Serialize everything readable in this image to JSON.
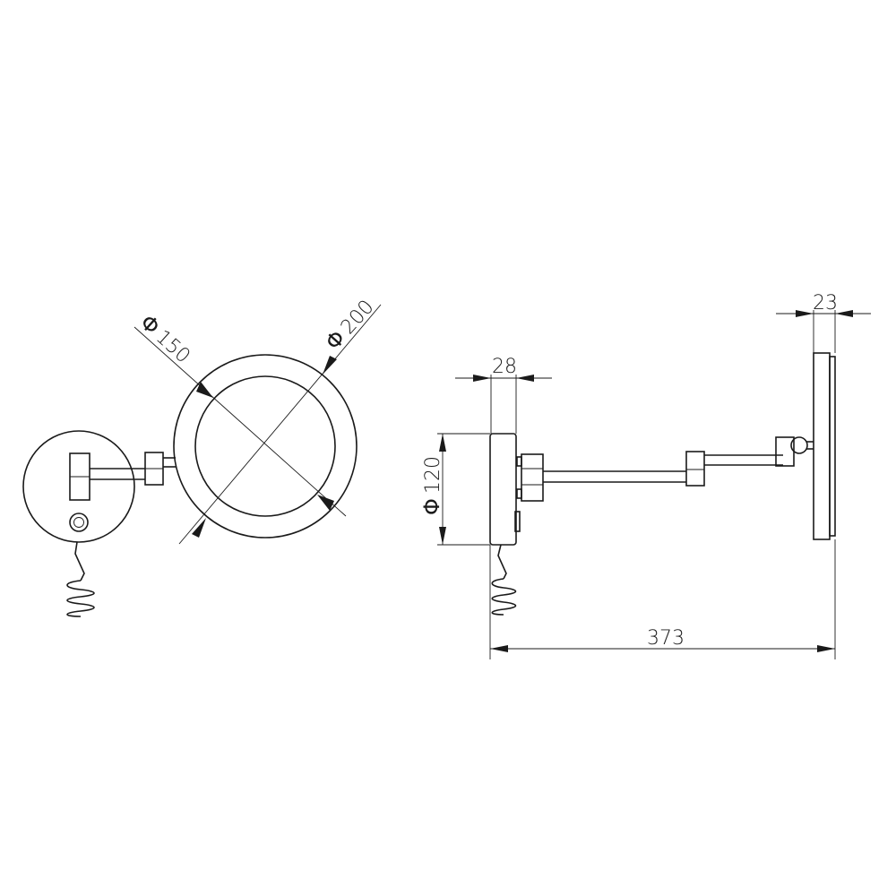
{
  "dimensions": {
    "inner_diameter": {
      "symbol": "Φ",
      "value": "150"
    },
    "outer_diameter": {
      "symbol": "Φ",
      "value": "200"
    },
    "base_diameter": {
      "symbol": "Φ",
      "value": "120"
    },
    "base_depth": "28",
    "mirror_depth": "23",
    "total_projection": "373"
  }
}
